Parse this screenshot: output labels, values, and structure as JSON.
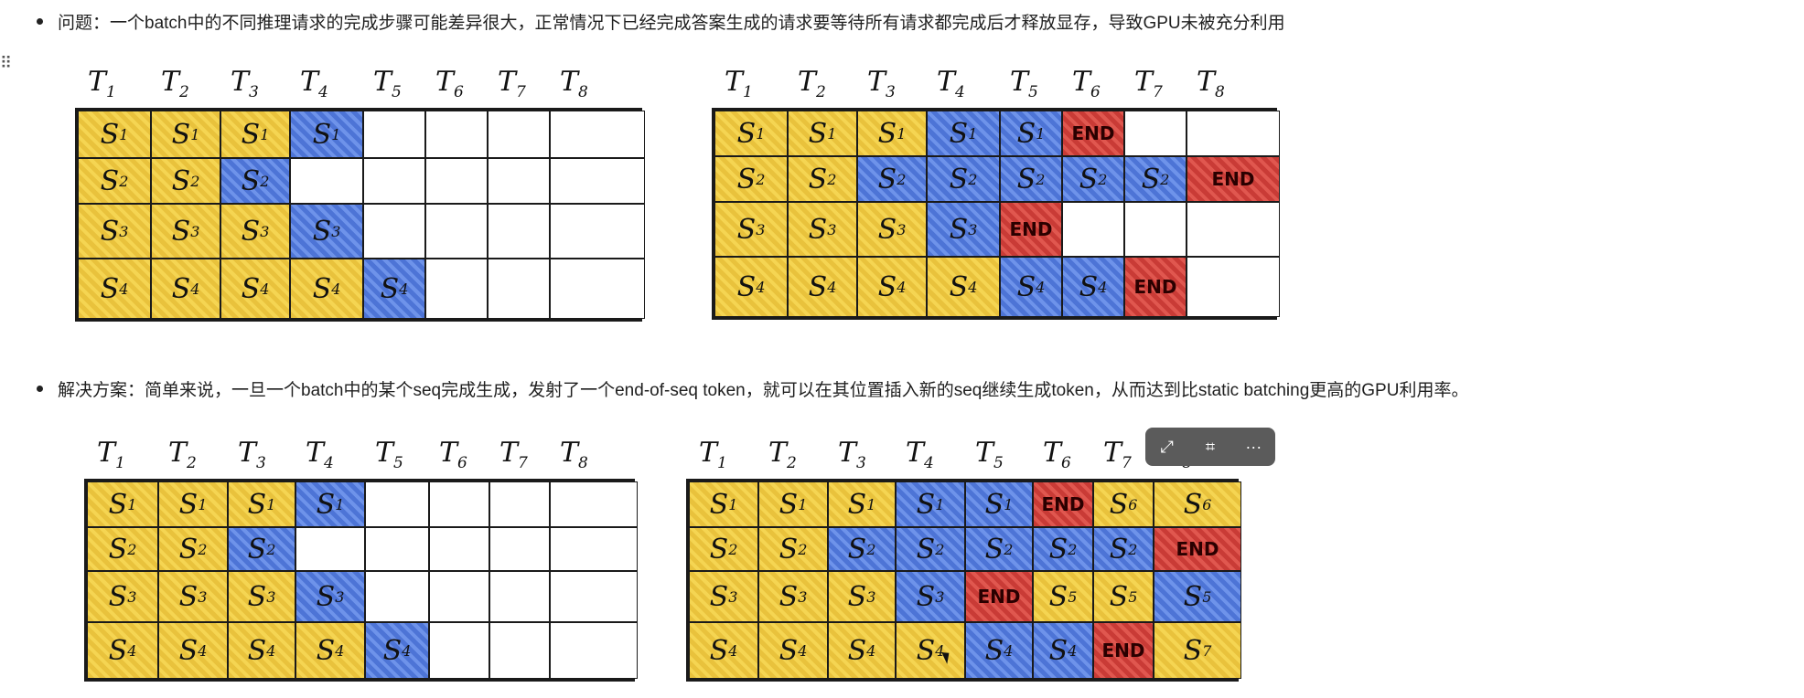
{
  "bullets": {
    "problem": "问题：一个batch中的不同推理请求的完成步骤可能差异很大，正常情况下已经完成答案生成的请求要等待所有请求都完成后才释放显存，导致GPU未被充分利用",
    "solution": "解决方案：简单来说，一旦一个batch中的某个seq完成生成，发射了一个end-of-seq token，就可以在其位置插入新的seq继续生成token，从而达到比static batching更高的GPU利用率。"
  },
  "header_columns": [
    "T1",
    "T2",
    "T3",
    "T4",
    "T5",
    "T6",
    "T7",
    "T8"
  ],
  "grids": [
    {
      "rows": [
        [
          [
            "S1",
            "y"
          ],
          [
            "S1",
            "y"
          ],
          [
            "S1",
            "y"
          ],
          [
            "S1",
            "b"
          ],
          [
            "",
            "w"
          ],
          [
            "",
            "w"
          ],
          [
            "",
            "w"
          ],
          [
            "",
            "w"
          ]
        ],
        [
          [
            "S2",
            "y"
          ],
          [
            "S2",
            "y"
          ],
          [
            "S2",
            "b"
          ],
          [
            "",
            "w"
          ],
          [
            "",
            "w"
          ],
          [
            "",
            "w"
          ],
          [
            "",
            "w"
          ],
          [
            "",
            "w"
          ]
        ],
        [
          [
            "S3",
            "y"
          ],
          [
            "S3",
            "y"
          ],
          [
            "S3",
            "y"
          ],
          [
            "S3",
            "b"
          ],
          [
            "",
            "w"
          ],
          [
            "",
            "w"
          ],
          [
            "",
            "w"
          ],
          [
            "",
            "w"
          ]
        ],
        [
          [
            "S4",
            "y"
          ],
          [
            "S4",
            "y"
          ],
          [
            "S4",
            "y"
          ],
          [
            "S4",
            "y"
          ],
          [
            "S4",
            "b"
          ],
          [
            "",
            "w"
          ],
          [
            "",
            "w"
          ],
          [
            "",
            "w"
          ]
        ]
      ]
    },
    {
      "rows": [
        [
          [
            "S1",
            "y"
          ],
          [
            "S1",
            "y"
          ],
          [
            "S1",
            "y"
          ],
          [
            "S1",
            "b"
          ],
          [
            "S1",
            "b"
          ],
          [
            "END",
            "r"
          ],
          [
            "",
            "w"
          ],
          [
            "",
            "w"
          ]
        ],
        [
          [
            "S2",
            "y"
          ],
          [
            "S2",
            "y"
          ],
          [
            "S2",
            "b"
          ],
          [
            "S2",
            "b"
          ],
          [
            "S2",
            "b"
          ],
          [
            "S2",
            "b"
          ],
          [
            "S2",
            "b"
          ],
          [
            "END",
            "r"
          ]
        ],
        [
          [
            "S3",
            "y"
          ],
          [
            "S3",
            "y"
          ],
          [
            "S3",
            "y"
          ],
          [
            "S3",
            "b"
          ],
          [
            "END",
            "r"
          ],
          [
            "",
            "w"
          ],
          [
            "",
            "w"
          ],
          [
            "",
            "w"
          ]
        ],
        [
          [
            "S4",
            "y"
          ],
          [
            "S4",
            "y"
          ],
          [
            "S4",
            "y"
          ],
          [
            "S4",
            "y"
          ],
          [
            "S4",
            "b"
          ],
          [
            "S4",
            "b"
          ],
          [
            "END",
            "r"
          ],
          [
            "",
            "w"
          ]
        ]
      ]
    },
    {
      "rows": [
        [
          [
            "S1",
            "y"
          ],
          [
            "S1",
            "y"
          ],
          [
            "S1",
            "y"
          ],
          [
            "S1",
            "b"
          ],
          [
            "",
            "w"
          ],
          [
            "",
            "w"
          ],
          [
            "",
            "w"
          ],
          [
            "",
            "w"
          ]
        ],
        [
          [
            "S2",
            "y"
          ],
          [
            "S2",
            "y"
          ],
          [
            "S2",
            "b"
          ],
          [
            "",
            "w"
          ],
          [
            "",
            "w"
          ],
          [
            "",
            "w"
          ],
          [
            "",
            "w"
          ],
          [
            "",
            "w"
          ]
        ],
        [
          [
            "S3",
            "y"
          ],
          [
            "S3",
            "y"
          ],
          [
            "S3",
            "y"
          ],
          [
            "S3",
            "b"
          ],
          [
            "",
            "w"
          ],
          [
            "",
            "w"
          ],
          [
            "",
            "w"
          ],
          [
            "",
            "w"
          ]
        ],
        [
          [
            "S4",
            "y"
          ],
          [
            "S4",
            "y"
          ],
          [
            "S4",
            "y"
          ],
          [
            "S4",
            "y"
          ],
          [
            "S4",
            "b"
          ],
          [
            "",
            "w"
          ],
          [
            "",
            "w"
          ],
          [
            "",
            "w"
          ]
        ]
      ]
    },
    {
      "rows": [
        [
          [
            "S1",
            "y"
          ],
          [
            "S1",
            "y"
          ],
          [
            "S1",
            "y"
          ],
          [
            "S1",
            "b"
          ],
          [
            "S1",
            "b"
          ],
          [
            "END",
            "r"
          ],
          [
            "S6",
            "y"
          ],
          [
            "S6",
            "y"
          ]
        ],
        [
          [
            "S2",
            "y"
          ],
          [
            "S2",
            "y"
          ],
          [
            "S2",
            "b"
          ],
          [
            "S2",
            "b"
          ],
          [
            "S2",
            "b"
          ],
          [
            "S2",
            "b"
          ],
          [
            "S2",
            "b"
          ],
          [
            "END",
            "r"
          ]
        ],
        [
          [
            "S3",
            "y"
          ],
          [
            "S3",
            "y"
          ],
          [
            "S3",
            "y"
          ],
          [
            "S3",
            "b"
          ],
          [
            "END",
            "r"
          ],
          [
            "S5",
            "y"
          ],
          [
            "S5",
            "y"
          ],
          [
            "S5",
            "b"
          ]
        ],
        [
          [
            "S4",
            "y"
          ],
          [
            "S4",
            "y"
          ],
          [
            "S4",
            "y"
          ],
          [
            "S4",
            "y"
          ],
          [
            "S4",
            "b"
          ],
          [
            "S4",
            "b"
          ],
          [
            "END",
            "r"
          ],
          [
            "S7",
            "y"
          ]
        ]
      ]
    }
  ],
  "colors": {
    "yellow": "#f0cb45",
    "blue": "#5a80e0",
    "red": "#d4463f"
  },
  "toolbar": {
    "icons": [
      "expand-icon",
      "scan-icon",
      "more-icon"
    ],
    "more_label": "···"
  }
}
